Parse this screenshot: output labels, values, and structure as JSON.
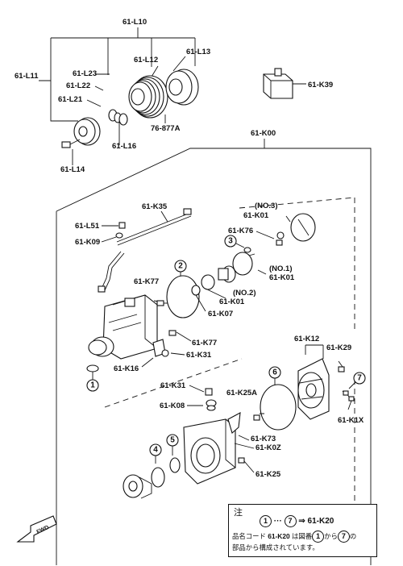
{
  "labels": {
    "L10": "61-L10",
    "L11": "61-L11",
    "L12": "61-L12",
    "L13": "61-L13",
    "L23": "61-L23",
    "L22": "61-L22",
    "L21": "61-L21",
    "L16": "61-L16",
    "L14": "61-L14",
    "s76877A": "76-877A",
    "K39": "61-K39",
    "K00": "61-K00",
    "K35": "61-K35",
    "L51": "61-L51",
    "K09": "61-K09",
    "no3": "(NO.3)",
    "K01a": "61-K01",
    "K76": "61-K76",
    "no1": "(NO.1)",
    "K01b": "61-K01",
    "no2": "(NO.2)",
    "K01c": "61-K01",
    "K77a": "61-K77",
    "K07": "61-K07",
    "K77b": "61-K77",
    "K31a": "61-K31",
    "K16": "61-K16",
    "K12": "61-K12",
    "K29": "61-K29",
    "K1X": "61-K1X",
    "K31b": "61-K31",
    "K25A": "61-K25A",
    "K08": "61-K08",
    "K73": "61-K73",
    "K0Z": "61-K0Z",
    "K25": "61-K25"
  },
  "callouts": {
    "c1": "1",
    "c2": "2",
    "c3": "3",
    "c4": "4",
    "c5": "5",
    "c6": "6",
    "c7": "7"
  },
  "fwd_label": "FWD",
  "note": {
    "heading": "注",
    "from_num": "1",
    "dots": "···",
    "to_num": "7",
    "arrow": "⇒",
    "target": "61-K20",
    "line2_a": "品名コード ",
    "line2_code": "61-K20",
    "line2_b": " は図番",
    "line2_c": "から",
    "line3": "部品から構成されています。"
  }
}
